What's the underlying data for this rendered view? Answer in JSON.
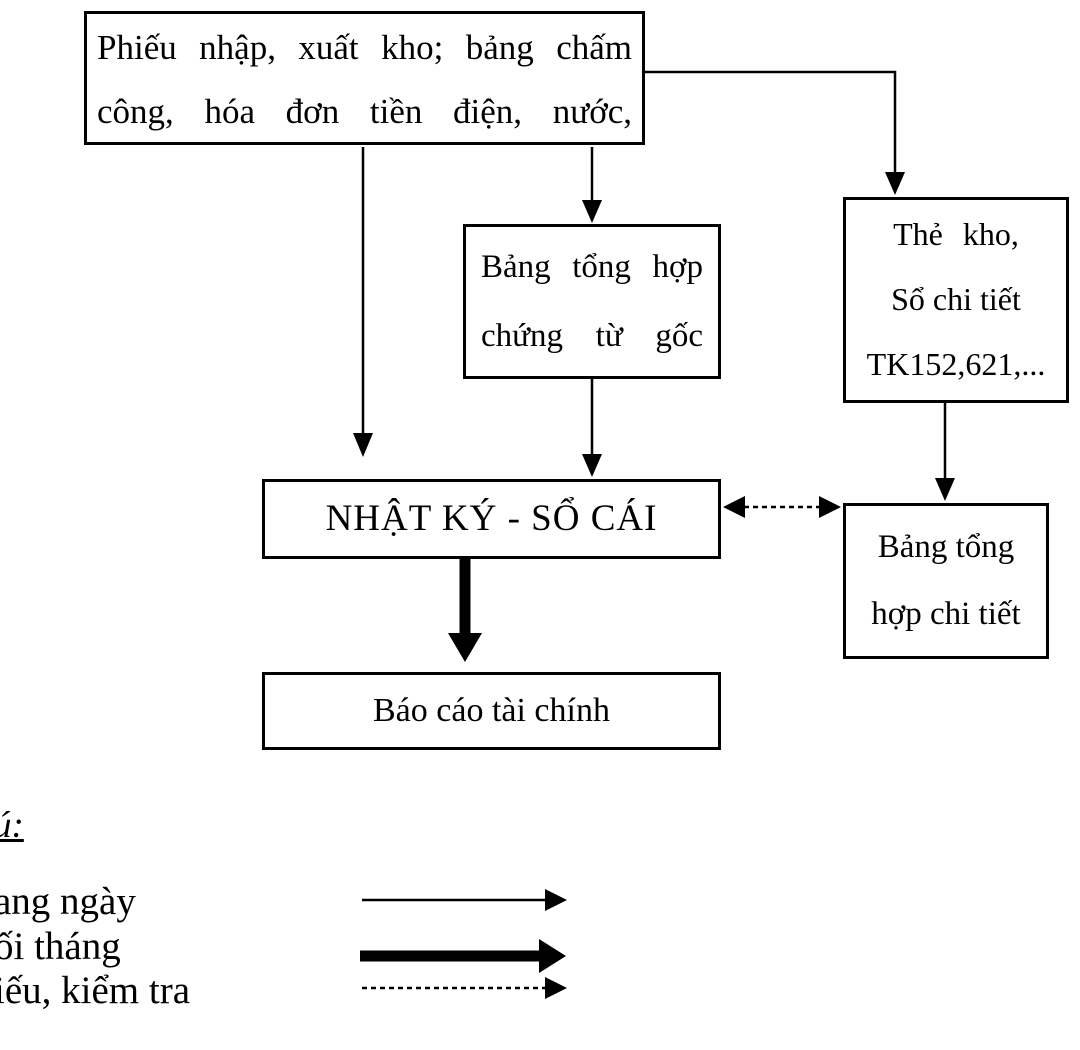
{
  "diagram": {
    "background": "#ffffff",
    "ink": "#000000",
    "nodes": {
      "source_documents": {
        "line1": "Phiếu nhập, xuất kho; bảng chấm",
        "line2": "công, hóa đơn tiền điện, nước,"
      },
      "doc_summary": {
        "line1": "Bảng tổng hợp",
        "line2": "chứng từ gốc"
      },
      "stock_card": {
        "line1": "Thẻ kho,",
        "line2": "Sổ chi tiết",
        "line3": "TK152,621,..."
      },
      "journal_ledger": {
        "label": "NHẬT KÝ - SỔ CÁI"
      },
      "detail_summary": {
        "line1": "Bảng tổng",
        "line2": "hợp chi tiết"
      },
      "financial_statements": {
        "label": "Báo cáo tài chính"
      }
    },
    "edges": [
      {
        "from": "source_documents",
        "to": "journal_ledger",
        "style": "thin-solid"
      },
      {
        "from": "source_documents",
        "to": "doc_summary",
        "style": "thin-solid"
      },
      {
        "from": "source_documents",
        "to": "stock_card",
        "style": "thin-solid-elbow"
      },
      {
        "from": "doc_summary",
        "to": "journal_ledger",
        "style": "thin-solid"
      },
      {
        "from": "stock_card",
        "to": "detail_summary",
        "style": "thin-solid"
      },
      {
        "from": "journal_ledger",
        "to": "detail_summary",
        "style": "dashed-double-headed"
      },
      {
        "from": "journal_ledger",
        "to": "financial_statements",
        "style": "thick-solid"
      }
    ],
    "legend": {
      "title_fragment": "ú:",
      "items": [
        {
          "label_fragment": "ang ngày",
          "arrow_style": "thin-solid"
        },
        {
          "label_fragment": "ối tháng",
          "arrow_style": "thick-solid"
        },
        {
          "label_fragment": "iếu, kiểm tra",
          "arrow_style": "dashed"
        }
      ]
    }
  }
}
